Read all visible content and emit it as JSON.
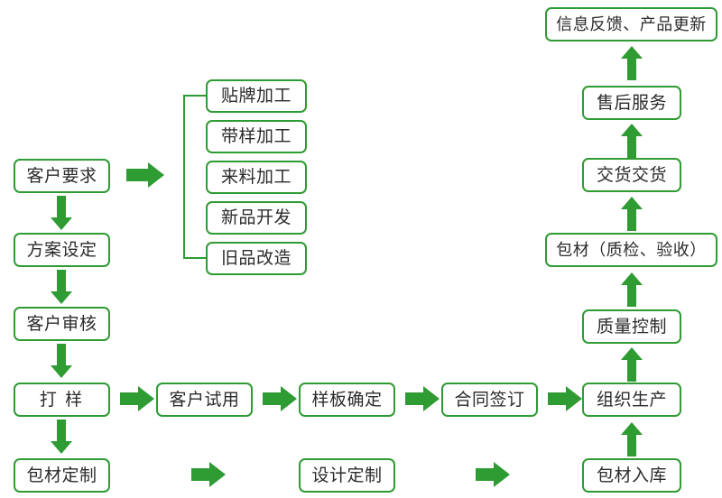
{
  "theme": {
    "node_border_color": "#2E9B33",
    "arrow_color": "#2E9B33",
    "text_color": "#2b2b2b",
    "background": "#ffffff"
  },
  "diagram": {
    "type": "flowchart",
    "title": "",
    "nodes": {
      "customer_requirement": "客户要求",
      "plan_setting": "方案设定",
      "customer_review": "客户审核",
      "sampling": "打    样",
      "packaging_custom": "包材定制",
      "branch_oem": "贴牌加工",
      "branch_sample_processing": "带样加工",
      "branch_material_processing": "来料加工",
      "branch_new_product": "新品开发",
      "branch_refurbish": "旧品改造",
      "customer_trial": "客户试用",
      "design_custom": "设计定制",
      "sample_confirm": "样板确定",
      "contract_sign": "合同签订",
      "organize_production": "组织生产",
      "packaging_instock": "包材入库",
      "quality_control": "质量控制",
      "packaging_inspection": "包材（质检、验收）",
      "delivery": "交货交货",
      "after_sales": "售后服务",
      "feedback_update": "信息反馈、产品更新"
    }
  }
}
